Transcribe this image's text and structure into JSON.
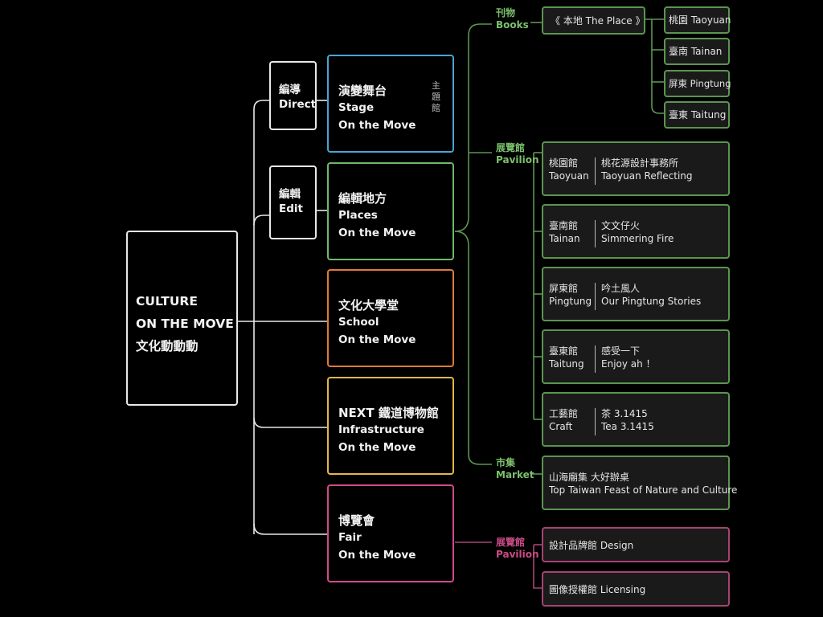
{
  "root": {
    "line1": "CULTURE",
    "line2": "ON THE MOVE",
    "line3": "文化動動動"
  },
  "modes": [
    {
      "zh": "編導",
      "en": "Direct"
    },
    {
      "zh": "編輯",
      "en": "Edit"
    }
  ],
  "themes": [
    {
      "title": "演變舞台",
      "en": "Stage",
      "tag": "On the Move",
      "side_note": "主題館"
    },
    {
      "title": "編輯地方",
      "en": "Places",
      "tag": "On the Move"
    },
    {
      "title": "文化大學堂",
      "en": "School",
      "tag": "On the Move"
    },
    {
      "title": "NEXT 鐵道博物館",
      "en": "Infrastructure",
      "tag": "On the Move"
    },
    {
      "title": "博覽會",
      "en": "Fair",
      "tag": "On the Move"
    }
  ],
  "categories": {
    "books": {
      "zh": "刊物",
      "en": "Books"
    },
    "pavilion": {
      "zh": "展覽館",
      "en": "Pavilion"
    },
    "market": {
      "zh": "市集",
      "en": "Market"
    },
    "fair_pavilion": {
      "zh": "展覽館",
      "en": "Pavilion"
    }
  },
  "books": {
    "title": "《 本地 The Place 》",
    "editions": [
      "桃園 Taoyuan",
      "臺南 Tainan",
      "屏東 Pingtung",
      "臺東 Taitung"
    ]
  },
  "pavilions": [
    {
      "venue_zh": "桃園館",
      "venue_en": "Taoyuan",
      "name_zh": "桃花源設計事務所",
      "name_en": "Taoyuan Reflecting"
    },
    {
      "venue_zh": "臺南館",
      "venue_en": "Tainan",
      "name_zh": "文文仔火",
      "name_en": "Simmering Fire"
    },
    {
      "venue_zh": "屏東館",
      "venue_en": "Pingtung",
      "name_zh": "吟土風人",
      "name_en": "Our Pingtung Stories"
    },
    {
      "venue_zh": "臺東館",
      "venue_en": "Taitung",
      "name_zh": "感受一下",
      "name_en": "Enjoy ah ！"
    },
    {
      "venue_zh": "工藝館",
      "venue_en": "Craft",
      "name_zh": "茶 3.1415",
      "name_en": "Tea 3.1415"
    }
  ],
  "market": {
    "line1": "山海廟集 大好辦桌",
    "line2": "Top Taiwan Feast of Nature and Culture"
  },
  "fair_pavilions": [
    "設計品牌館 Design",
    "圖像授權館 Licensing"
  ],
  "colors": {
    "root": "#e8e8e8",
    "stage": "#4aa3d6",
    "places": "#6fb86a",
    "school": "#e07a3a",
    "infrastructure": "#e0b84a",
    "fair": "#d24a8a",
    "branch_green": "#5b9550",
    "branch_pink": "#a54373"
  }
}
